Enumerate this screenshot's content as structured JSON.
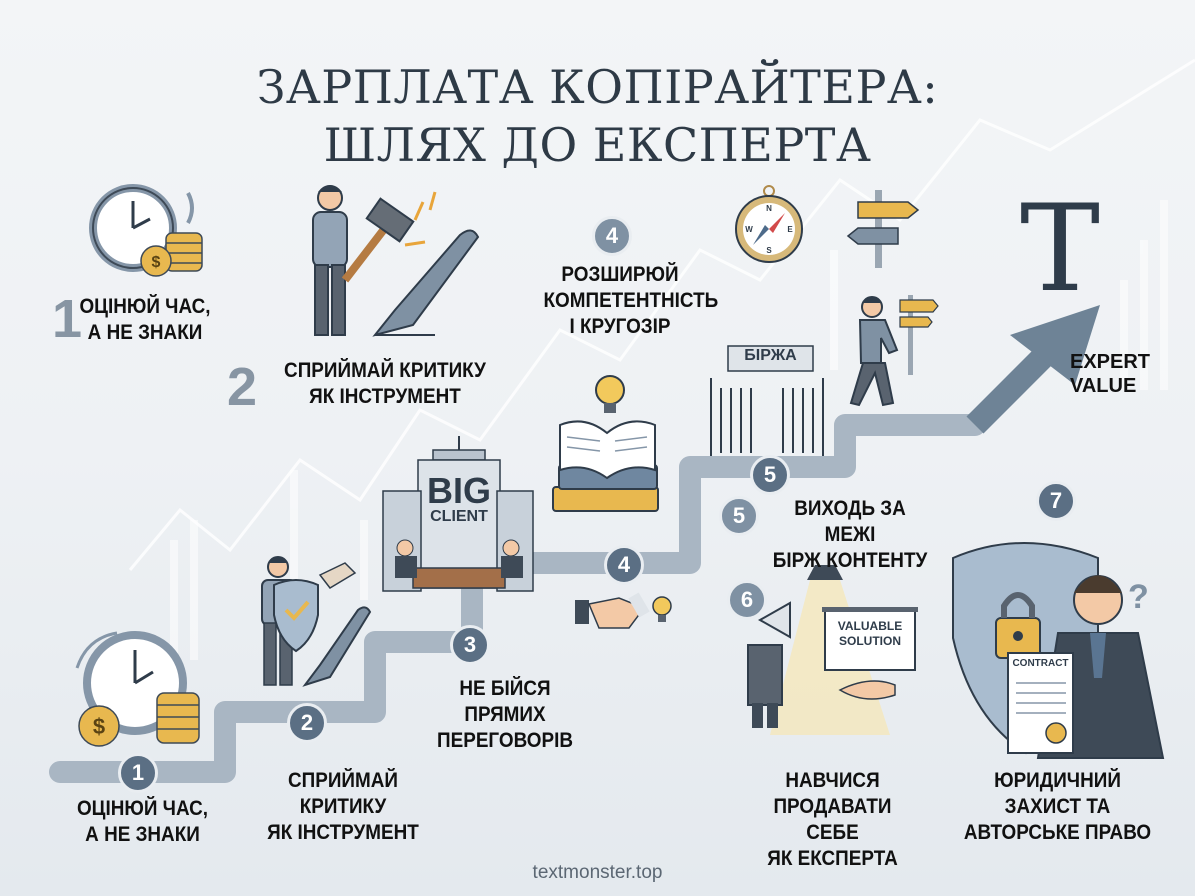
{
  "title": {
    "line1": "ЗАРПЛАТА КОПІРАЙТЕРА:",
    "line2": "ШЛЯХ ДО ЕКСПЕРТА"
  },
  "top_steps": [
    {
      "number": "1",
      "line1": "ОЦІНЮЙ ЧАС,",
      "line2": "А НЕ ЗНАКИ",
      "icon": "clock-coins-icon"
    },
    {
      "number": "2",
      "line1": "СПРИЙМАЙ КРИТИКУ",
      "line2": "ЯК ІНСТРУМЕНТ",
      "icon": "hammer-pen-icon"
    },
    {
      "number": "4",
      "line1": "РОЗШИРЮЙ",
      "line2": "КОМПЕТЕНТНІСТЬ",
      "line3": "І КРУГОЗІР",
      "icon": "book-lightbulb-icon"
    }
  ],
  "logo": {
    "glyph": "T",
    "caption_line1": "EXPERT",
    "caption_line2": "VALUE"
  },
  "illustrations": {
    "big_client_line1": "BIG",
    "big_client_line2": "CLIENT",
    "exchange_sign": "БІРЖА",
    "valuable_line1": "VALUABLE",
    "valuable_line2": "SOLUTION",
    "contract": "CONTRACT",
    "question": "?"
  },
  "stair_badges": [
    "1",
    "2",
    "3",
    "4",
    "5"
  ],
  "bottom_steps": [
    {
      "number": "1",
      "line1": "ОЦІНЮЙ ЧАС,",
      "line2": "А НЕ ЗНАКИ"
    },
    {
      "number": "2",
      "line1": "СПРИЙМАЙ",
      "line2": "КРИТИКУ",
      "line3": "ЯК ІНСТРУМЕНТ"
    },
    {
      "number": "3",
      "line1": "НЕ БІЙСЯ",
      "line2": "ПРЯМИХ",
      "line3": "ПЕРЕГОВОРІВ"
    },
    {
      "number": "5",
      "line1": "ВИХОДЬ ЗА МЕЖІ",
      "line2": "БІРЖ КОНТЕНТУ"
    },
    {
      "number": "6",
      "line1": "НАВЧИСЯ",
      "line2": "ПРОДАВАТИ СЕБЕ",
      "line3": "ЯК ЕКСПЕРТА"
    },
    {
      "number": "7",
      "line1": "ЮРИДИЧНИЙ",
      "line2": "ЗАХИСТ ТА",
      "line3": "АВТОРСЬКЕ ПРАВО"
    }
  ],
  "footer": {
    "site": "textmonster.top"
  },
  "colors": {
    "stair": "#a9b6c3",
    "badge": "#5b6f84",
    "gold": "#e8b84f",
    "navy": "#2f3c4a",
    "arrow": "#6e8396"
  }
}
